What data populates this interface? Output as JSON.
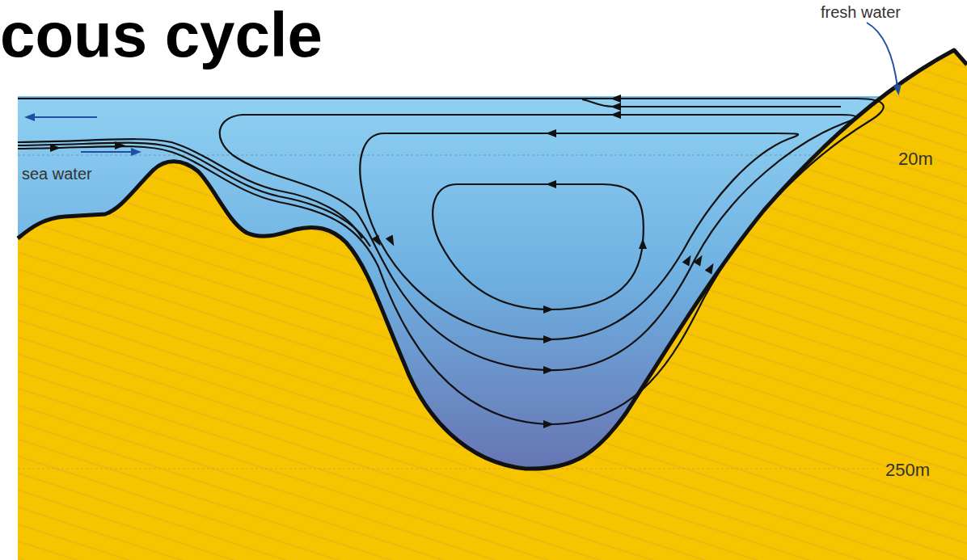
{
  "diagram": {
    "title": "cous cycle",
    "labels": [
      "fresh water",
      "sea water",
      "20m",
      "250m"
    ]
  }
}
